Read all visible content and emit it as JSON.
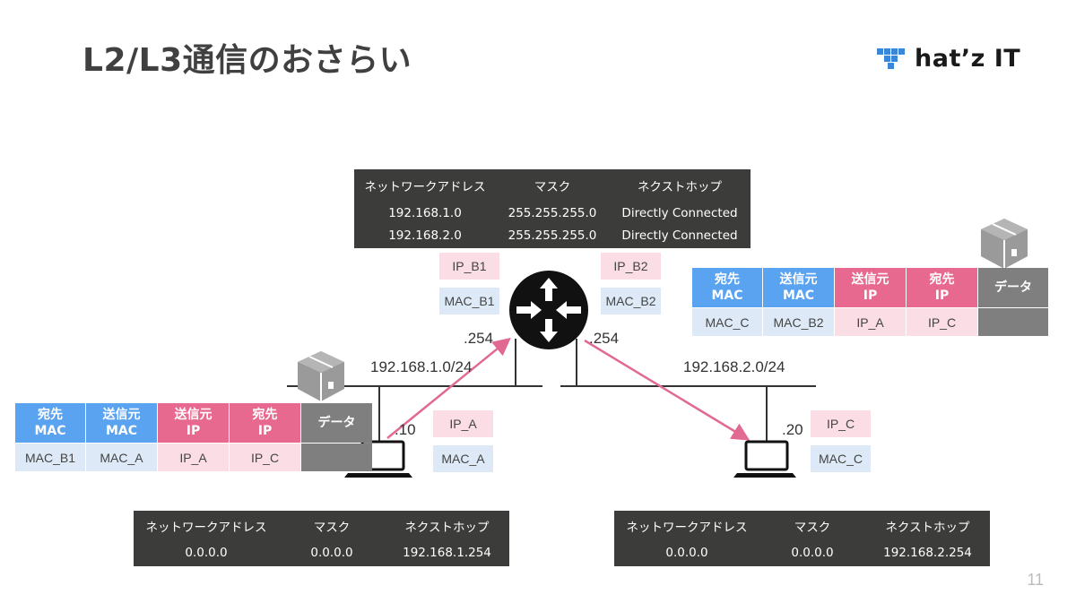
{
  "slide": {
    "title": "L2/L3通信のおさらい",
    "logo_text": "hat’z IT",
    "page_number": "11"
  },
  "router_table": {
    "headers": [
      "ネットワークアドレス",
      "マスク",
      "ネクストホップ"
    ],
    "rows": [
      [
        "192.168.1.0",
        "255.255.255.0",
        "Directly Connected"
      ],
      [
        "192.168.2.0",
        "255.255.255.0",
        "Directly Connected"
      ]
    ]
  },
  "host_a_table": {
    "headers": [
      "ネットワークアドレス",
      "マスク",
      "ネクストホップ"
    ],
    "rows": [
      [
        "0.0.0.0",
        "0.0.0.0",
        "192.168.1.254"
      ]
    ]
  },
  "host_c_table": {
    "headers": [
      "ネットワークアドレス",
      "マスク",
      "ネクストホップ"
    ],
    "rows": [
      [
        "0.0.0.0",
        "0.0.0.0",
        "192.168.2.254"
      ]
    ]
  },
  "router": {
    "left_ip": "IP_B1",
    "left_mac": "MAC_B1",
    "right_ip": "IP_B2",
    "right_mac": "MAC_B2",
    "left_host_octet": ".254",
    "right_host_octet": ".254"
  },
  "networks": {
    "left": "192.168.1.0/24",
    "right": "192.168.2.0/24"
  },
  "host_a": {
    "octet": ".10",
    "ip": "IP_A",
    "mac": "MAC_A"
  },
  "host_c": {
    "octet": ".20",
    "ip": "IP_C",
    "mac": "MAC_C"
  },
  "frame_left": {
    "headers": [
      {
        "l1": "宛先",
        "l2": "MAC",
        "color": "blue"
      },
      {
        "l1": "送信元",
        "l2": "MAC",
        "color": "blue"
      },
      {
        "l1": "送信元",
        "l2": "IP",
        "color": "pink"
      },
      {
        "l1": "宛先",
        "l2": "IP",
        "color": "pink"
      },
      {
        "l1": "データ",
        "l2": "",
        "color": "gray"
      }
    ],
    "values": [
      "MAC_B1",
      "MAC_A",
      "IP_A",
      "IP_C",
      ""
    ]
  },
  "frame_right": {
    "headers": [
      {
        "l1": "宛先",
        "l2": "MAC",
        "color": "blue"
      },
      {
        "l1": "送信元",
        "l2": "MAC",
        "color": "blue"
      },
      {
        "l1": "送信元",
        "l2": "IP",
        "color": "pink"
      },
      {
        "l1": "宛先",
        "l2": "IP",
        "color": "pink"
      },
      {
        "l1": "データ",
        "l2": "",
        "color": "gray"
      }
    ],
    "values": [
      "MAC_C",
      "MAC_B2",
      "IP_A",
      "IP_C",
      ""
    ]
  },
  "colors": {
    "arrow": "#e06a92",
    "table_bg": "#3c3c3a",
    "mac_header": "#5aa3f0",
    "ip_header": "#e8698f",
    "data_gray": "#7f7f7f",
    "logo_blue": "#3a86d9"
  }
}
